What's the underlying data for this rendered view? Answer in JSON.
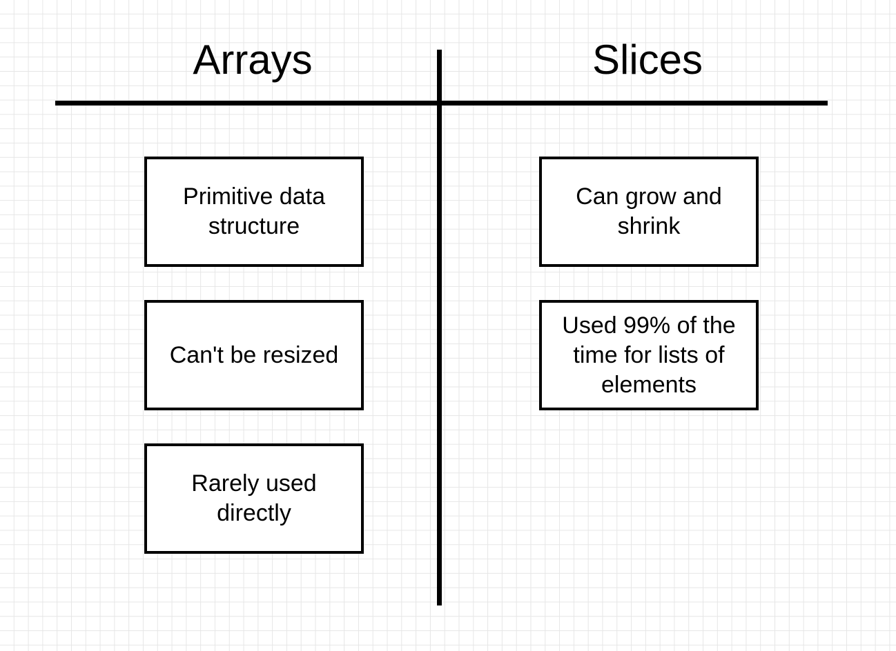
{
  "columns": {
    "arrays": {
      "title": "Arrays",
      "items": [
        "Primitive data structure",
        "Can't be resized",
        "Rarely used directly"
      ]
    },
    "slices": {
      "title": "Slices",
      "items": [
        "Can grow and shrink",
        "Used 99% of the time for lists of elements"
      ]
    }
  },
  "colors": {
    "background": "#ffffff",
    "grid": "#e6e6e6",
    "ink": "#000000"
  }
}
